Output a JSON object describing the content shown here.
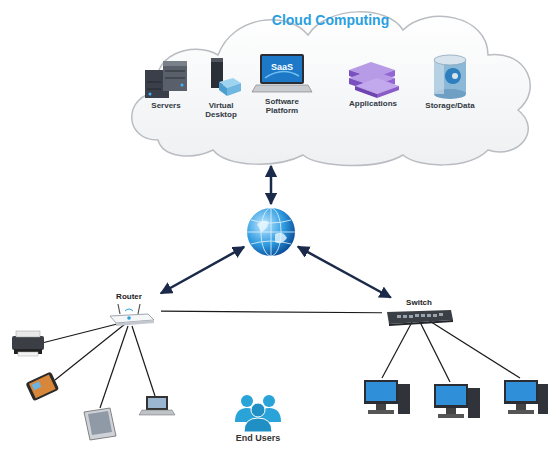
{
  "diagram": {
    "nodes": [
      {
        "text": [
          "Cloud Computing"
        ]
      },
      {
        "text": [
          "Servers"
        ],
        "in": 0
      },
      {
        "text": [
          "Virtual Desktop"
        ],
        "in": 0
      },
      {
        "text": [
          "SaaS",
          "Software Platform"
        ],
        "in": 0
      },
      {
        "text": [
          "Applications"
        ],
        "in": 0
      },
      {
        "text": [
          "Storage/Data"
        ],
        "in": 0
      },
      {
        "text": []
      },
      {
        "text": [
          "Router"
        ]
      },
      {
        "text": [
          "Switch"
        ]
      },
      {
        "text": [
          "End Users"
        ]
      }
    ],
    "edges": [
      {
        "from": 0,
        "to": 6,
        "arrow": "both"
      },
      {
        "from": 6,
        "to": 7,
        "arrow": "both"
      },
      {
        "from": 6,
        "to": 8,
        "arrow": "both"
      },
      {
        "from": 7,
        "to": 8,
        "arrow": "none"
      }
    ]
  }
}
